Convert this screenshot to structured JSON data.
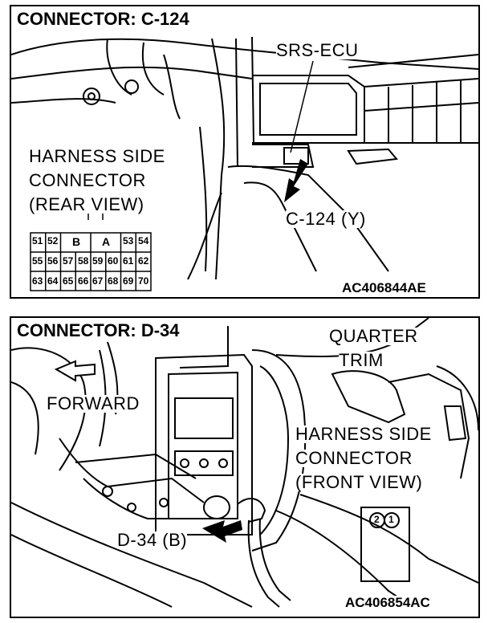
{
  "panels": [
    {
      "title": "CONNECTOR: C-124",
      "component": "SRS-ECU",
      "harness_lines": [
        "HARNESS SIDE",
        "CONNECTOR",
        "(REAR VIEW)"
      ],
      "connector_callout": "C-124 (Y)",
      "figure_code": "AC406844AE",
      "pin_rows": [
        [
          "51",
          "52",
          "B",
          "A",
          "53",
          "54"
        ],
        [
          "55",
          "56",
          "57",
          "58",
          "59",
          "60",
          "61",
          "62"
        ],
        [
          "63",
          "64",
          "65",
          "66",
          "67",
          "68",
          "69",
          "70"
        ]
      ]
    },
    {
      "title": "CONNECTOR: D-34",
      "trim_lines": [
        "QUARTER",
        "TRIM"
      ],
      "direction": "FORWARD",
      "harness_lines": [
        "HARNESS SIDE",
        "CONNECTOR",
        "(FRONT VIEW)"
      ],
      "connector_callout": "D-34 (B)",
      "figure_code": "AC406854AC",
      "pins": [
        "2",
        "1"
      ]
    }
  ]
}
